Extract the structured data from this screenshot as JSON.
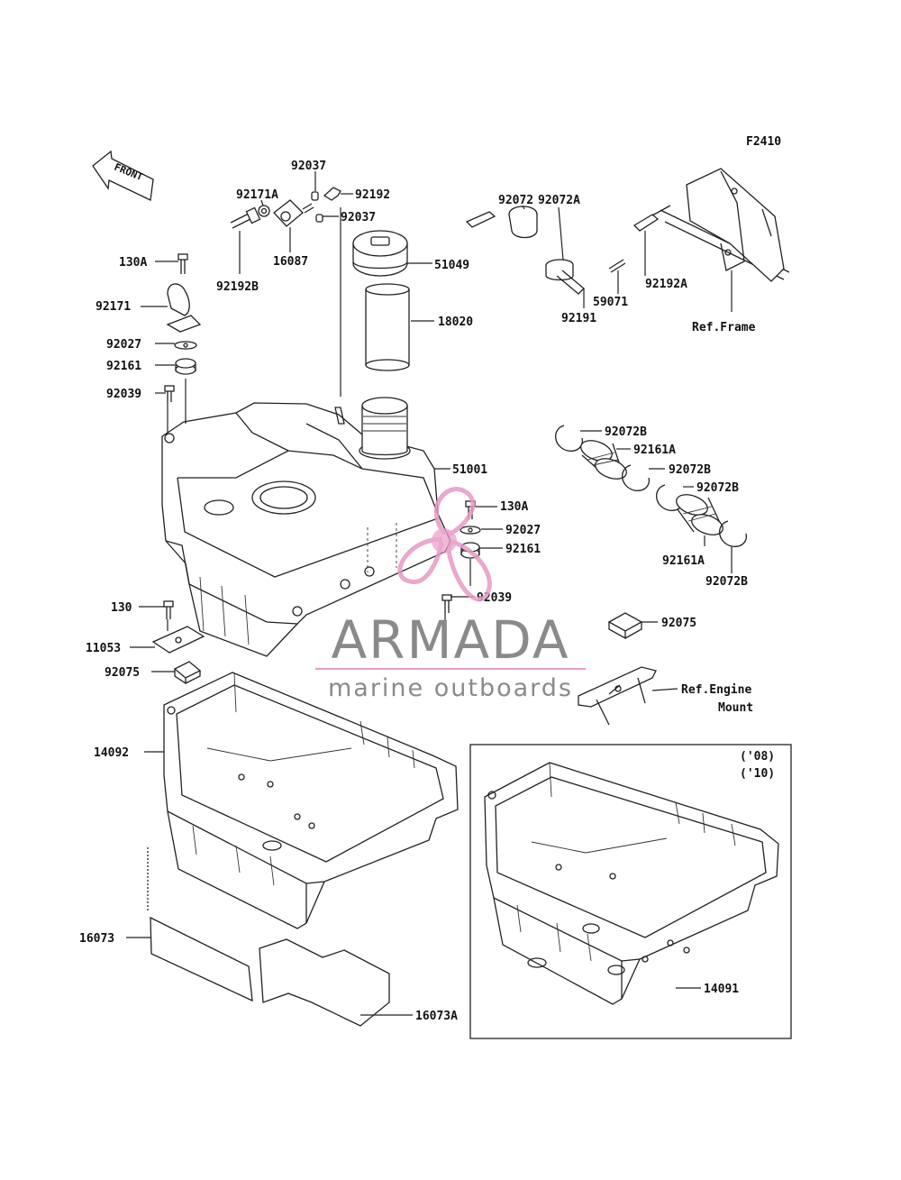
{
  "figure_code": "F2410",
  "front_label": "FRONT",
  "model_note_line1": "('08)",
  "model_note_line2": "('10)",
  "ref_frame": "Ref.Frame",
  "ref_engine_line1": "Ref.Engine",
  "ref_engine_line2": "Mount",
  "watermark": {
    "brand": "ARMADA",
    "tagline": "marine outboards",
    "brand_color": "#8a8a8a",
    "accent_color": "#e79ac4"
  },
  "parts": {
    "p92037a": "92037",
    "p92192": "92192",
    "p92037b": "92037",
    "p92171A": "92171A",
    "p16087": "16087",
    "p92192B": "92192B",
    "p51049": "51049",
    "p92072": "92072",
    "p92072A": "92072A",
    "p92191": "92191",
    "p59071": "59071",
    "p92192A": "92192A",
    "p130A_top": "130A",
    "p92171": "92171",
    "p92027_left": "92027",
    "p92161_left": "92161",
    "p92039_left": "92039",
    "p18020": "18020",
    "p51001": "51001",
    "p92072B_1": "92072B",
    "p92161A_1": "92161A",
    "p92072B_2": "92072B",
    "p92072B_3": "92072B",
    "p92161A_2": "92161A",
    "p92072B_4": "92072B",
    "p130A_mid": "130A",
    "p92027_mid": "92027",
    "p92161_mid": "92161",
    "p92039_mid": "92039",
    "p130": "130",
    "p11053": "11053",
    "p92075_left": "92075",
    "p92075_right": "92075",
    "p14092": "14092",
    "p16073": "16073",
    "p16073A": "16073A",
    "p14091": "14091"
  }
}
